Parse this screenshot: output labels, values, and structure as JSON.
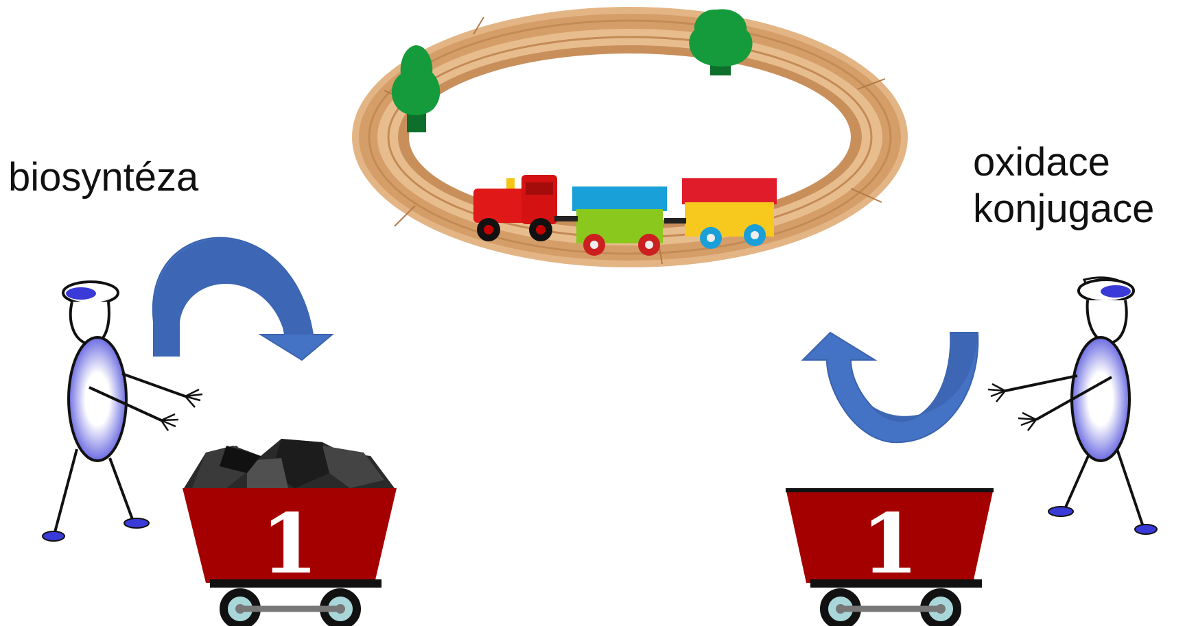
{
  "labels": {
    "left": "biosyntéza",
    "right_line1": "oxidace",
    "right_line2": "konjugace"
  },
  "carts": {
    "left": {
      "number": "1",
      "loaded": true
    },
    "right": {
      "number": "1",
      "loaded": false
    }
  },
  "colors": {
    "arrow": "#4472C4",
    "cart": "#A50000",
    "track": "#D9A877",
    "tree": "#138A36",
    "worker_accent": "#3A3AD8"
  }
}
